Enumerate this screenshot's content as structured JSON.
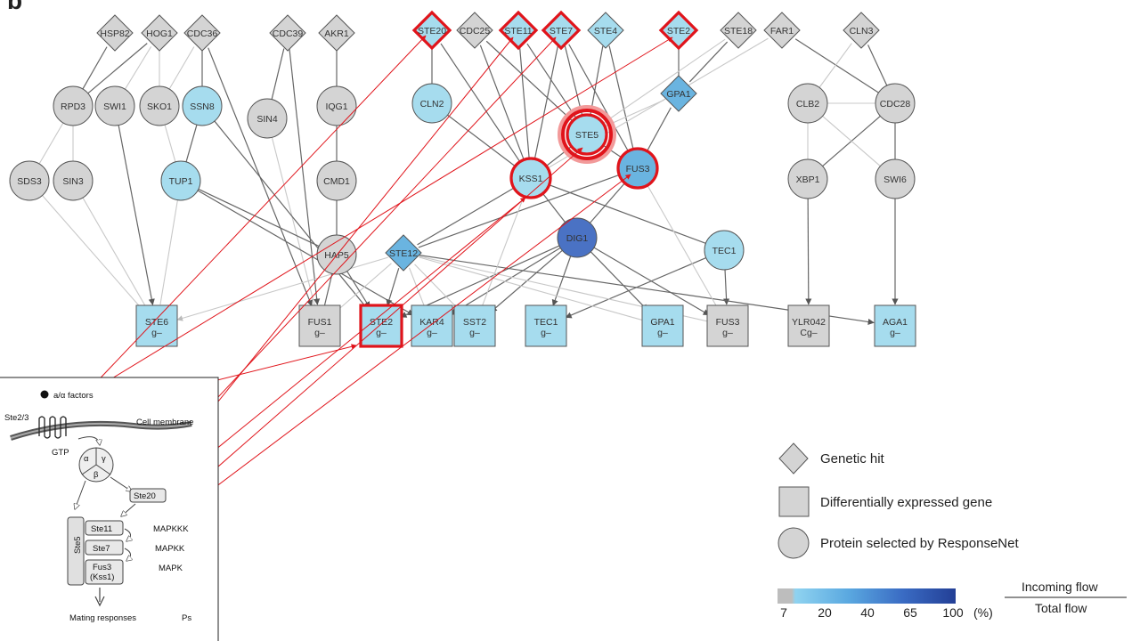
{
  "panel_letter": "b",
  "colors": {
    "grey": "#d4d4d4",
    "light_blue": "#a6dcee",
    "mid_blue": "#6ab4e0",
    "dark_blue": "#4a72c4",
    "highlight": "#e0141b",
    "edge": "#666666",
    "edge_light": "#c8c8c8"
  },
  "nodes": [
    {
      "id": "HSP82",
      "label": "HSP82",
      "shape": "diamond",
      "color": "grey"
    },
    {
      "id": "HOG1",
      "label": "HOG1",
      "shape": "diamond",
      "color": "grey"
    },
    {
      "id": "CDC36",
      "label": "CDC36",
      "shape": "diamond",
      "color": "grey"
    },
    {
      "id": "CDC39",
      "label": "CDC39",
      "shape": "diamond",
      "color": "grey"
    },
    {
      "id": "AKR1",
      "label": "AKR1",
      "shape": "diamond",
      "color": "grey"
    },
    {
      "id": "STE20",
      "label": "STE20",
      "shape": "diamond",
      "color": "light_blue",
      "highlight": true
    },
    {
      "id": "CDC25",
      "label": "CDC25",
      "shape": "diamond",
      "color": "grey"
    },
    {
      "id": "STE11",
      "label": "STE11",
      "shape": "diamond",
      "color": "light_blue",
      "highlight": true
    },
    {
      "id": "STE7",
      "label": "STE7",
      "shape": "diamond",
      "color": "light_blue",
      "highlight": true
    },
    {
      "id": "STE4",
      "label": "STE4",
      "shape": "diamond",
      "color": "light_blue"
    },
    {
      "id": "STE2d",
      "label": "STE2",
      "shape": "diamond",
      "color": "light_blue",
      "highlight": true
    },
    {
      "id": "STE18",
      "label": "STE18",
      "shape": "diamond",
      "color": "grey"
    },
    {
      "id": "FAR1",
      "label": "FAR1",
      "shape": "diamond",
      "color": "grey"
    },
    {
      "id": "CLN3",
      "label": "CLN3",
      "shape": "diamond",
      "color": "grey"
    },
    {
      "id": "GPA1d",
      "label": "GPA1",
      "shape": "diamond",
      "color": "mid_blue"
    },
    {
      "id": "STE12",
      "label": "STE12",
      "shape": "diamond",
      "color": "mid_blue"
    },
    {
      "id": "RPD3",
      "label": "RPD3",
      "shape": "circle",
      "color": "grey"
    },
    {
      "id": "SWI1",
      "label": "SWI1",
      "shape": "circle",
      "color": "grey"
    },
    {
      "id": "SKO1",
      "label": "SKO1",
      "shape": "circle",
      "color": "grey"
    },
    {
      "id": "SSN8",
      "label": "SSN8",
      "shape": "circle",
      "color": "light_blue"
    },
    {
      "id": "SIN4",
      "label": "SIN4",
      "shape": "circle",
      "color": "grey"
    },
    {
      "id": "IQG1",
      "label": "IQG1",
      "shape": "circle",
      "color": "grey"
    },
    {
      "id": "CLN2",
      "label": "CLN2",
      "shape": "circle",
      "color": "light_blue"
    },
    {
      "id": "STE5",
      "label": "STE5",
      "shape": "circle",
      "color": "light_blue",
      "highlight": true,
      "halo": true
    },
    {
      "id": "CLB2",
      "label": "CLB2",
      "shape": "circle",
      "color": "grey"
    },
    {
      "id": "CDC28",
      "label": "CDC28",
      "shape": "circle",
      "color": "grey"
    },
    {
      "id": "SDS3",
      "label": "SDS3",
      "shape": "circle",
      "color": "grey"
    },
    {
      "id": "SIN3",
      "label": "SIN3",
      "shape": "circle",
      "color": "grey"
    },
    {
      "id": "TUP1",
      "label": "TUP1",
      "shape": "circle",
      "color": "light_blue"
    },
    {
      "id": "CMD1",
      "label": "CMD1",
      "shape": "circle",
      "color": "grey"
    },
    {
      "id": "KSS1",
      "label": "KSS1",
      "shape": "circle",
      "color": "light_blue",
      "highlight": true
    },
    {
      "id": "FUS3",
      "label": "FUS3",
      "shape": "circle",
      "color": "mid_blue",
      "highlight": true
    },
    {
      "id": "XBP1",
      "label": "XBP1",
      "shape": "circle",
      "color": "grey"
    },
    {
      "id": "SWI6",
      "label": "SWI6",
      "shape": "circle",
      "color": "grey"
    },
    {
      "id": "DIG1",
      "label": "DIG1",
      "shape": "circle",
      "color": "dark_blue"
    },
    {
      "id": "TEC1c",
      "label": "TEC1",
      "shape": "circle",
      "color": "light_blue"
    },
    {
      "id": "HAP5",
      "label": "HAP5",
      "shape": "circle",
      "color": "grey"
    },
    {
      "id": "STE6",
      "label": "STE6",
      "sub": "g–",
      "shape": "square",
      "color": "light_blue"
    },
    {
      "id": "FUS1",
      "label": "FUS1",
      "sub": "g–",
      "shape": "square",
      "color": "grey"
    },
    {
      "id": "STE2s",
      "label": "STE2",
      "sub": "g–",
      "shape": "square",
      "color": "light_blue",
      "highlight": true
    },
    {
      "id": "KAR4",
      "label": "KAR4",
      "sub": "g–",
      "shape": "square",
      "color": "light_blue"
    },
    {
      "id": "SST2",
      "label": "SST2",
      "sub": "g–",
      "shape": "square",
      "color": "light_blue"
    },
    {
      "id": "TEC1s",
      "label": "TEC1",
      "sub": "g–",
      "shape": "square",
      "color": "light_blue"
    },
    {
      "id": "GPA1s",
      "label": "GPA1",
      "sub": "g–",
      "shape": "square",
      "color": "light_blue"
    },
    {
      "id": "FUS3s",
      "label": "FUS3",
      "sub": "g–",
      "shape": "square",
      "color": "grey"
    },
    {
      "id": "YLR042C",
      "label": "YLR042",
      "sub": "Cg–",
      "shape": "square",
      "color": "grey"
    },
    {
      "id": "AGA1",
      "label": "AGA1",
      "sub": "g–",
      "shape": "square",
      "color": "light_blue"
    }
  ],
  "edges": [
    [
      "HSP82",
      "RPD3",
      "dark"
    ],
    [
      "HOG1",
      "RPD3",
      "dark"
    ],
    [
      "HOG1",
      "SKO1",
      "light"
    ],
    [
      "HOG1",
      "SWI1",
      "light"
    ],
    [
      "CDC36",
      "SSN8",
      "dark"
    ],
    [
      "CDC36",
      "SKO1",
      "light"
    ],
    [
      "CDC36",
      "FUS1",
      "arrow"
    ],
    [
      "CDC39",
      "SIN4",
      "dark"
    ],
    [
      "CDC39",
      "FUS1",
      "arrow"
    ],
    [
      "AKR1",
      "IQG1",
      "dark"
    ],
    [
      "IQG1",
      "CMD1",
      "dark"
    ],
    [
      "CMD1",
      "HAP5",
      "dark"
    ],
    [
      "STE20",
      "CLN2",
      "dark"
    ],
    [
      "STE20",
      "KSS1",
      "dark"
    ],
    [
      "CDC25",
      "KSS1",
      "dark"
    ],
    [
      "CDC25",
      "STE5",
      "dark"
    ],
    [
      "STE11",
      "KSS1",
      "dark"
    ],
    [
      "STE11",
      "STE5",
      "dark"
    ],
    [
      "STE7",
      "KSS1",
      "dark"
    ],
    [
      "STE7",
      "FUS3",
      "dark"
    ],
    [
      "STE7",
      "STE5",
      "dark"
    ],
    [
      "STE4",
      "STE5",
      "dark"
    ],
    [
      "STE4",
      "FUS3",
      "dark"
    ],
    [
      "STE2d",
      "GPA1d",
      "dark"
    ],
    [
      "GPA1d",
      "FUS3",
      "dark"
    ],
    [
      "GPA1d",
      "STE5",
      "light"
    ],
    [
      "STE18",
      "STE5",
      "light"
    ],
    [
      "STE18",
      "GPA1d",
      "dark"
    ],
    [
      "FAR1",
      "KSS1",
      "light"
    ],
    [
      "FAR1",
      "CDC28",
      "dark"
    ],
    [
      "CLN3",
      "CDC28",
      "dark"
    ],
    [
      "CLN3",
      "CLB2",
      "light"
    ],
    [
      "RPD3",
      "SDS3",
      "light"
    ],
    [
      "RPD3",
      "SIN3",
      "light"
    ],
    [
      "SWI1",
      "STE6",
      "arrow"
    ],
    [
      "SKO1",
      "TUP1",
      "light"
    ],
    [
      "SSN8",
      "TUP1",
      "dark"
    ],
    [
      "SIN4",
      "FUS1",
      "light"
    ],
    [
      "TUP1",
      "STE6",
      "light"
    ],
    [
      "TUP1",
      "HAP5",
      "dark"
    ],
    [
      "TUP1",
      "KAR4",
      "arrow"
    ],
    [
      "SSN8",
      "STE2s",
      "arrow"
    ],
    [
      "SDS3",
      "STE6",
      "light"
    ],
    [
      "SIN3",
      "STE6",
      "light"
    ],
    [
      "CLN2",
      "KSS1",
      "dark"
    ],
    [
      "KSS1",
      "DIG1",
      "dark"
    ],
    [
      "KSS1",
      "TEC1c",
      "dark"
    ],
    [
      "FUS3",
      "DIG1",
      "dark"
    ],
    [
      "FUS3",
      "STE12",
      "dark"
    ],
    [
      "KSS1",
      "STE12",
      "dark"
    ],
    [
      "CDC28",
      "CLB2",
      "light"
    ],
    [
      "CDC28",
      "XBP1",
      "dark"
    ],
    [
      "CDC28",
      "SWI6",
      "dark"
    ],
    [
      "CLB2",
      "XBP1",
      "light"
    ],
    [
      "CLB2",
      "SWI6",
      "light"
    ],
    [
      "XBP1",
      "YLR042C",
      "arrow"
    ],
    [
      "SWI6",
      "AGA1",
      "arrow"
    ],
    [
      "DIG1",
      "STE2s",
      "arrow"
    ],
    [
      "DIG1",
      "KAR4",
      "arrow"
    ],
    [
      "DIG1",
      "SST2",
      "arrow"
    ],
    [
      "DIG1",
      "TEC1s",
      "arrow"
    ],
    [
      "DIG1",
      "GPA1s",
      "arrow"
    ],
    [
      "DIG1",
      "FUS3s",
      "arrow"
    ],
    [
      "TEC1c",
      "FUS3s",
      "arrow"
    ],
    [
      "TEC1c",
      "TEC1s",
      "arrow"
    ],
    [
      "STE12",
      "STE6",
      "arrowlight"
    ],
    [
      "STE12",
      "FUS1",
      "light"
    ],
    [
      "STE12",
      "STE2s",
      "arrow"
    ],
    [
      "STE12",
      "KAR4",
      "light"
    ],
    [
      "STE12",
      "SST2",
      "light"
    ],
    [
      "STE12",
      "GPA1s",
      "light"
    ],
    [
      "STE12",
      "AGA1",
      "arrow"
    ],
    [
      "STE12",
      "FUS3s",
      "light"
    ],
    [
      "HAP5",
      "FUS1",
      "dark"
    ],
    [
      "HAP5",
      "STE2s",
      "arrow"
    ],
    [
      "KSS1",
      "SST2",
      "light"
    ],
    [
      "FUS3",
      "FUS3s",
      "light"
    ],
    [
      "STE5",
      "KSS1",
      "dark"
    ],
    [
      "STE5",
      "FUS3",
      "dark"
    ]
  ],
  "inset": {
    "factor_label": "a/α factors",
    "ste23": "Ste2/3",
    "membrane": "Cell membrane",
    "gtp": "GTP",
    "alpha": "α",
    "beta": "β",
    "gamma": "γ",
    "ste20": "Ste20",
    "ste5": "Ste5",
    "ste11": "Ste11",
    "ste7": "Ste7",
    "fus3": "Fus3",
    "kss1": "(Kss1)",
    "mapkkk": "MAPKKK",
    "mapkk": "MAPKK",
    "mapk": "MAPK",
    "mating": "Mating responses",
    "cut_text": "Ps"
  },
  "legend": {
    "genetic_hit": "Genetic hit",
    "diff_expr": "Differentially expressed gene",
    "protein_sel": "Protein selected by ResponseNet"
  },
  "scale": {
    "ticks": [
      "7",
      "20",
      "40",
      "65",
      "100"
    ],
    "unit": "(%)",
    "incoming": "Incoming flow",
    "total": "Total flow",
    "gradient_colors": [
      "#bdbdbd",
      "#8fd3f0",
      "#5aa8e0",
      "#3a6cc4",
      "#233f96"
    ]
  }
}
